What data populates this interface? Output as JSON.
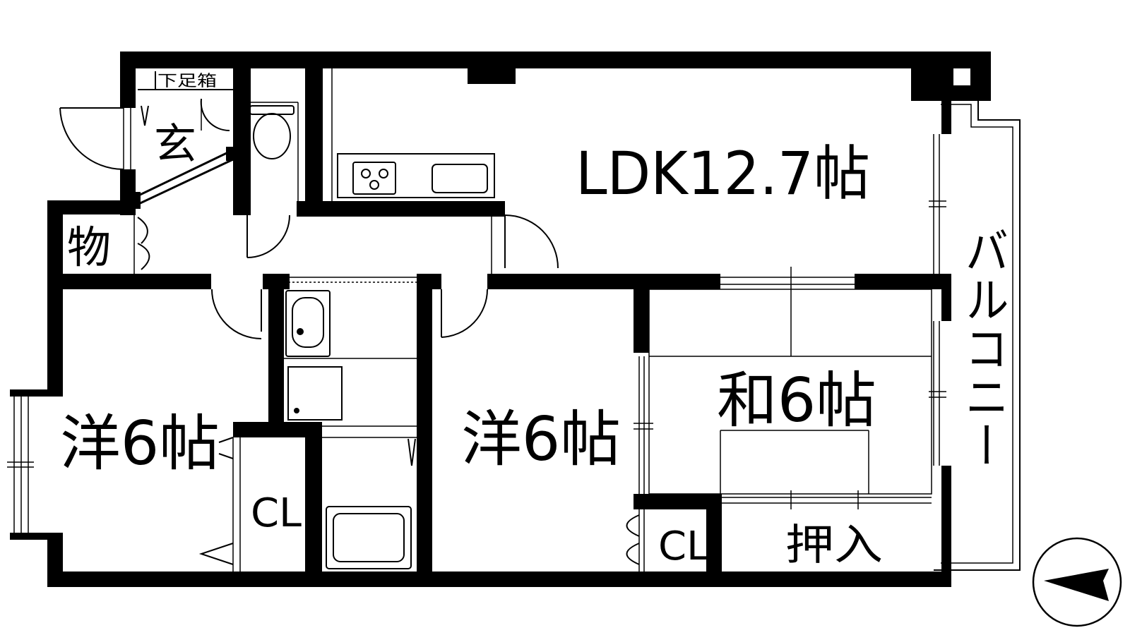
{
  "floor_plan": {
    "rooms": {
      "ldk": "LDK12.7帖",
      "western_left": "洋6帖",
      "western_center": "洋6帖",
      "japanese": "和6帖",
      "entrance": "玄",
      "storage": "物",
      "shoe_box": "下足箱",
      "closet_left": "CL",
      "closet_center": "CL",
      "oshiire": "押入",
      "balcony": "バルコニー"
    },
    "colors": {
      "wall": "#000000",
      "background": "#ffffff",
      "line": "#000000"
    },
    "icons": [
      "north-arrow-icon",
      "toilet-icon",
      "washbasin-icon",
      "washer-icon",
      "bathtub-icon",
      "stove-icon",
      "sink-icon",
      "door-swing-icon"
    ]
  }
}
